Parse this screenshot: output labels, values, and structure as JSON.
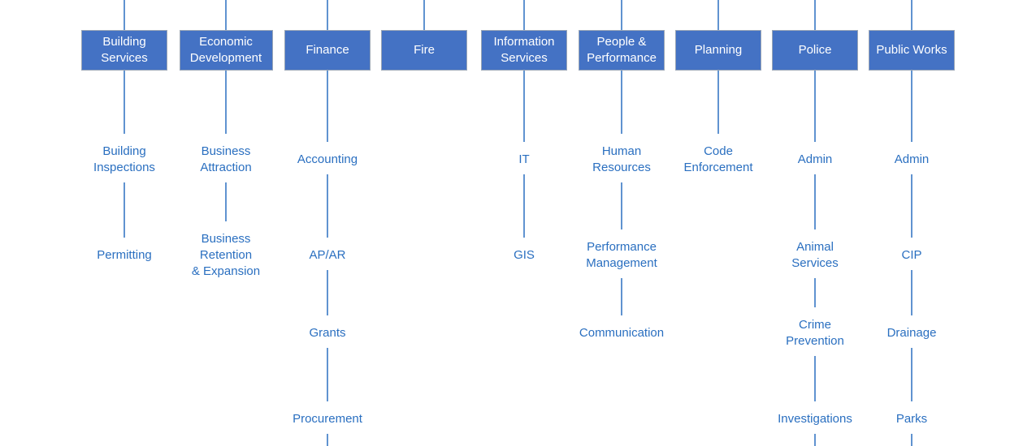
{
  "colors": {
    "department_fill": "#4472c4",
    "department_border": "#9aa6b6",
    "department_text": "#ffffff",
    "unit_text": "#2a6fc0",
    "connector": "#2a6fc0"
  },
  "departments": [
    {
      "name": "Building\nServices",
      "units": [
        "Building\nInspections",
        "Permitting"
      ]
    },
    {
      "name": "Economic\nDevelopment",
      "units": [
        "Business\nAttraction",
        "Business\nRetention\n& Expansion"
      ]
    },
    {
      "name": "Finance",
      "units": [
        "Accounting",
        "AP/AR",
        "Grants",
        "Procurement"
      ]
    },
    {
      "name": "Fire",
      "units": []
    },
    {
      "name": "Information\nServices",
      "units": [
        "IT",
        "GIS"
      ]
    },
    {
      "name": "People &\nPerformance",
      "units": [
        "Human\nResources",
        "Performance\nManagement",
        "Communication"
      ]
    },
    {
      "name": "Planning",
      "units": [
        "Code\nEnforcement"
      ]
    },
    {
      "name": "Police",
      "units": [
        "Admin",
        "Animal\nServices",
        "Crime\nPrevention",
        "Investigations"
      ]
    },
    {
      "name": "Public Works",
      "units": [
        "Admin",
        "CIP",
        "Drainage",
        "Parks"
      ]
    }
  ]
}
